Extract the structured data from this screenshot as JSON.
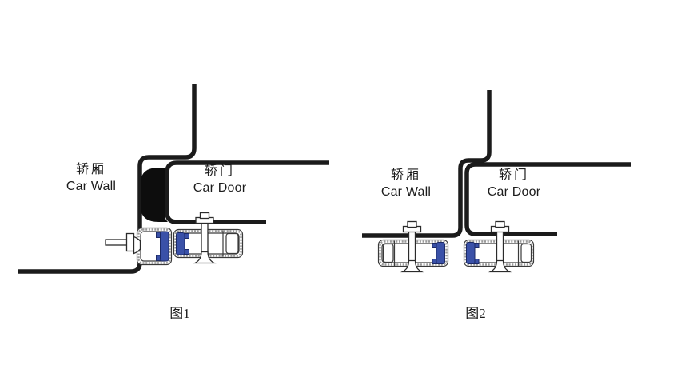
{
  "figures": [
    {
      "id": "fig1",
      "caption": "图1",
      "labels": {
        "car_wall_zh": "轿厢",
        "car_wall_en": "Car Wall",
        "car_door_zh": "轿门",
        "car_door_en": "Car Door"
      }
    },
    {
      "id": "fig2",
      "caption": "图2",
      "labels": {
        "car_wall_zh": "轿厢",
        "car_wall_en": "Car Wall",
        "car_door_zh": "轿门",
        "car_door_en": "Car Door"
      }
    }
  ],
  "colors": {
    "line_black": "#1b1b1b",
    "seal_black": "#0d0d0d",
    "rubber_blue": "#3a51a8",
    "rubber_blue_edge": "#1c2a66",
    "hatch_gray": "#9a9a9a",
    "profile_edge": "#3a3a3a"
  }
}
